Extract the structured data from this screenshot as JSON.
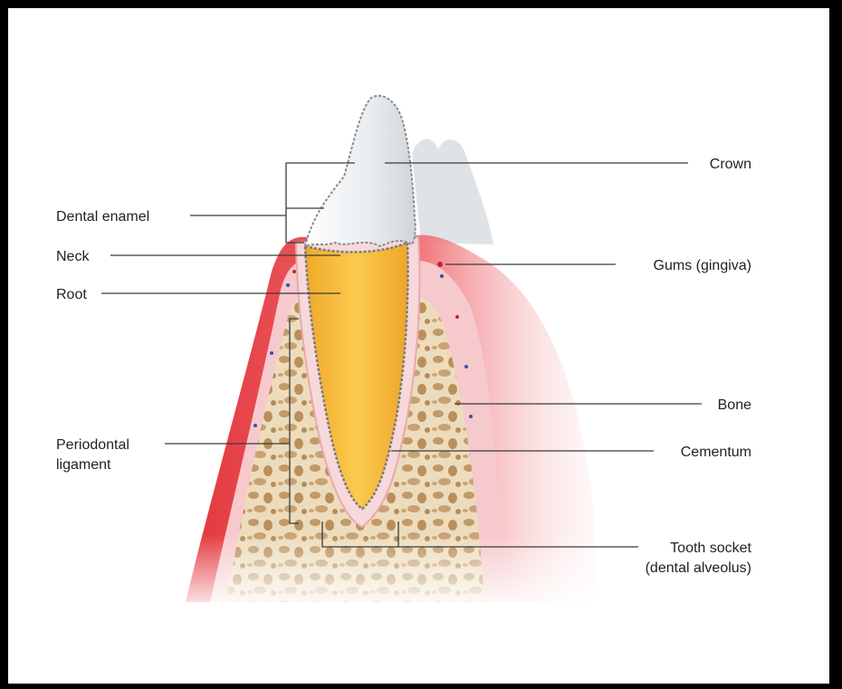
{
  "labels": {
    "dental_enamel": "Dental enamel",
    "neck": "Neck",
    "root": "Root",
    "periodontal_line1": "Periodontal",
    "periodontal_line2": "ligament",
    "crown": "Crown",
    "gums": "Gums (gingiva)",
    "bone": "Bone",
    "cementum": "Cementum",
    "tooth_socket_line1": "Tooth socket",
    "tooth_socket_line2": "(dental alveolus)"
  },
  "colors": {
    "frame": "#000000",
    "gum": "#e0343a",
    "gum_light": "#f3a0a4",
    "pink_layer": "#f7d3d6",
    "bone": "#e9d6b4",
    "bone_pore": "#b48d5c",
    "root": "#f4bb38",
    "enamel": "#eef0f2",
    "leader": "#3a3a3a"
  }
}
